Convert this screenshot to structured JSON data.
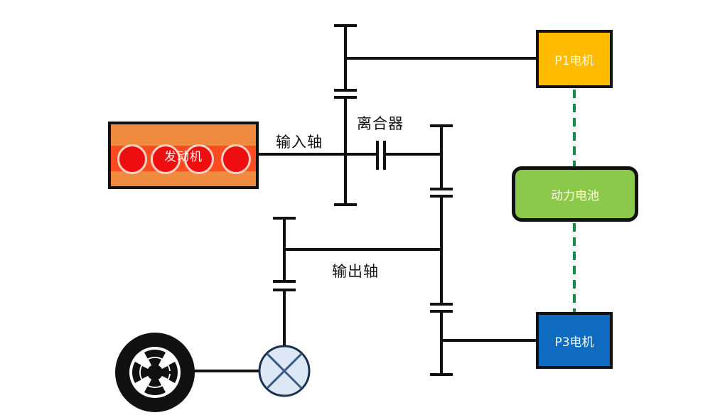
{
  "diagram": {
    "title_context": "P1+P3 hybrid powertrain layout",
    "components": {
      "engine": {
        "label": "发动机",
        "color": "#f08a3e",
        "cylinder_color": "#ee0e10",
        "cylinders": 4
      },
      "p1_motor": {
        "label": "P1电机",
        "color": "#ffbb00"
      },
      "battery": {
        "label": "动力电池",
        "color": "#8cc94b"
      },
      "p3_motor": {
        "label": "P3电机",
        "color": "#0e6bc0"
      },
      "differential": {
        "label": "",
        "color": "#dde8f6"
      },
      "wheel": {
        "label": ""
      }
    },
    "labels": {
      "input_shaft": "输入轴",
      "clutch": "离合器",
      "output_shaft": "输出轴"
    },
    "connections": [
      {
        "from": "engine",
        "to": "input_shaft",
        "type": "shaft"
      },
      {
        "from": "input_shaft",
        "to": "clutch",
        "type": "shaft"
      },
      {
        "from": "input_shaft",
        "to": "p1_motor",
        "type": "gear-mesh"
      },
      {
        "from": "clutch",
        "to": "output_shaft",
        "type": "gear"
      },
      {
        "from": "output_shaft",
        "to": "p3_motor",
        "type": "gear-mesh"
      },
      {
        "from": "output_shaft",
        "to": "differential",
        "type": "gear-mesh"
      },
      {
        "from": "differential",
        "to": "wheel",
        "type": "shaft"
      },
      {
        "from": "p1_motor",
        "to": "battery",
        "type": "electrical-dashed"
      },
      {
        "from": "battery",
        "to": "p3_motor",
        "type": "electrical-dashed"
      }
    ],
    "line_color": "#111111",
    "electric_line_color": "#1a8a4a"
  }
}
